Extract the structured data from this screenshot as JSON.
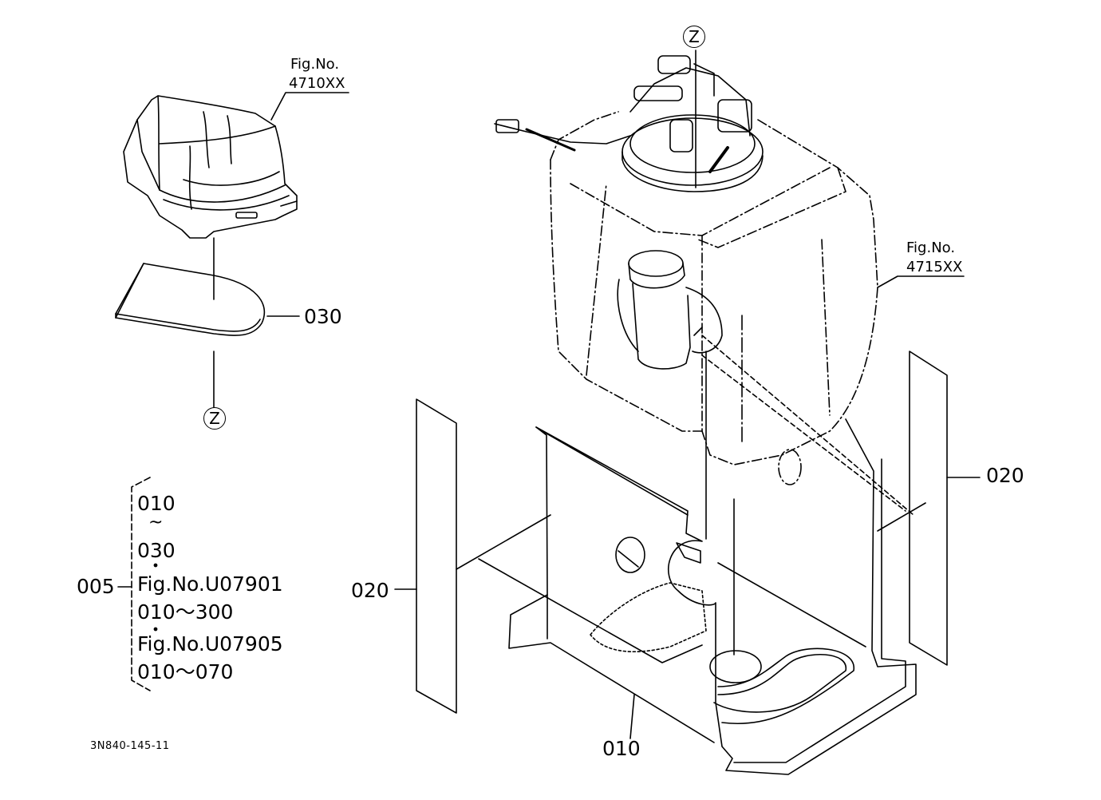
{
  "diagram": {
    "callouts": {
      "part_030": "030",
      "part_020_right": "020",
      "part_020_left": "020",
      "part_010": "010"
    },
    "figure_refs": {
      "top_left_fig": "Fig.No.",
      "top_left_num": "4710XX",
      "right_fig": "Fig.No.",
      "right_num": "4715XX"
    },
    "markers": {
      "z_top": "Z",
      "z_left": "Z"
    },
    "set_block": {
      "label": "005",
      "lines": [
        "010",
        "~",
        "030",
        "Fig.No.U07901",
        "010～300",
        "Fig.No.U07905",
        "010～070"
      ]
    },
    "doc_number": "3N840-145-11"
  }
}
